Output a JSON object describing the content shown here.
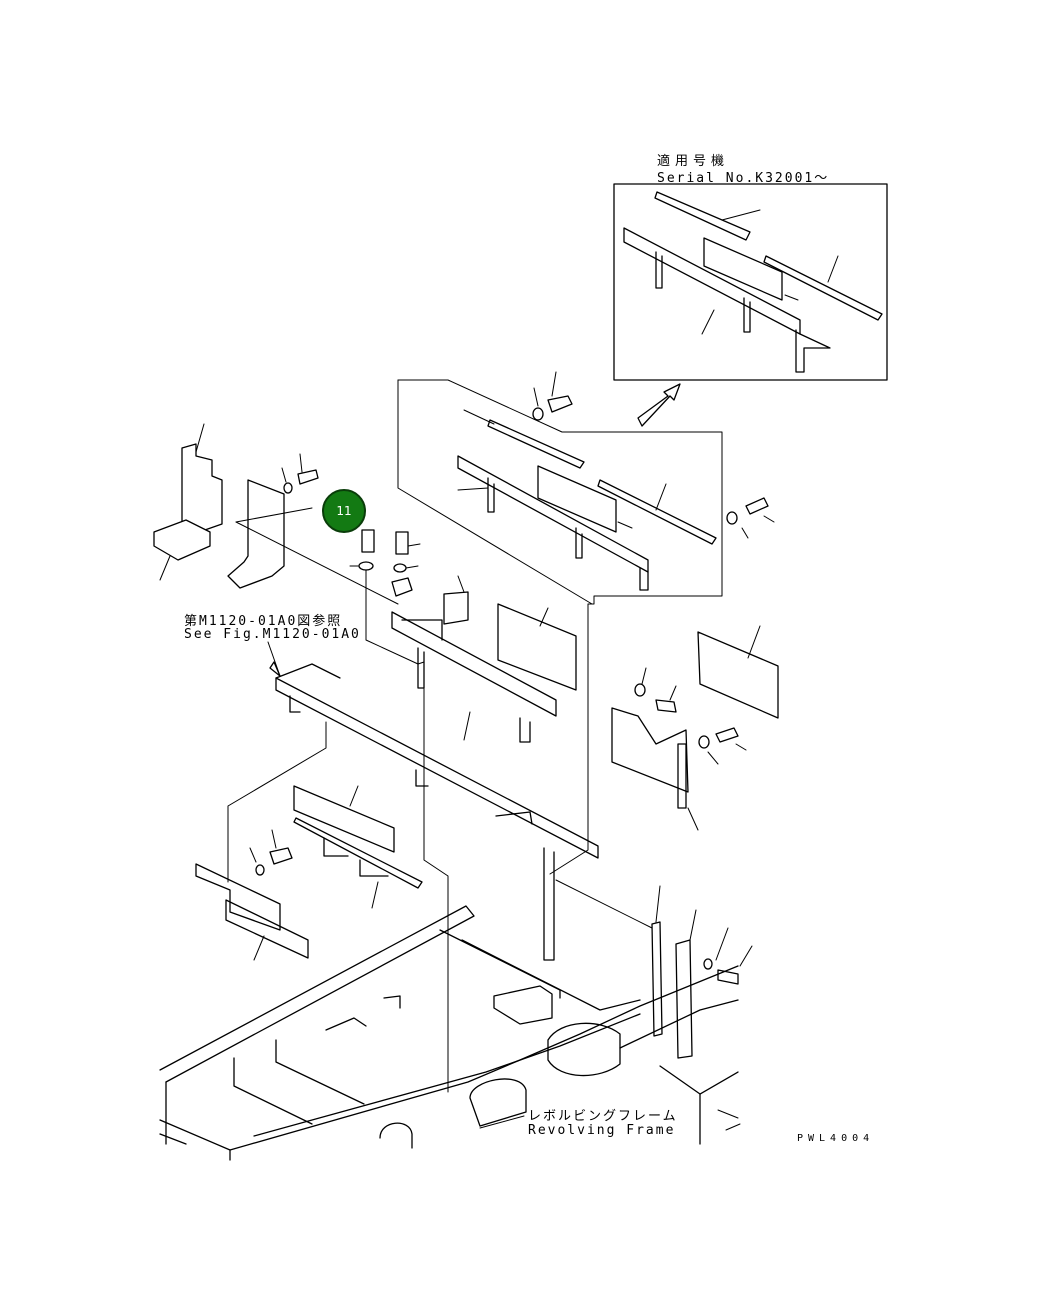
{
  "diagram": {
    "callout_number": "11",
    "serial_jp": "適用号機",
    "serial_en": "Serial No.K32001～",
    "ref_jp": "第M1120-01A0図参照",
    "ref_en": "See Fig.M1120-01A0",
    "frame_jp": "レボルビングフレーム",
    "frame_en": "Revolving Frame",
    "drawing_code": "PWL4004"
  }
}
